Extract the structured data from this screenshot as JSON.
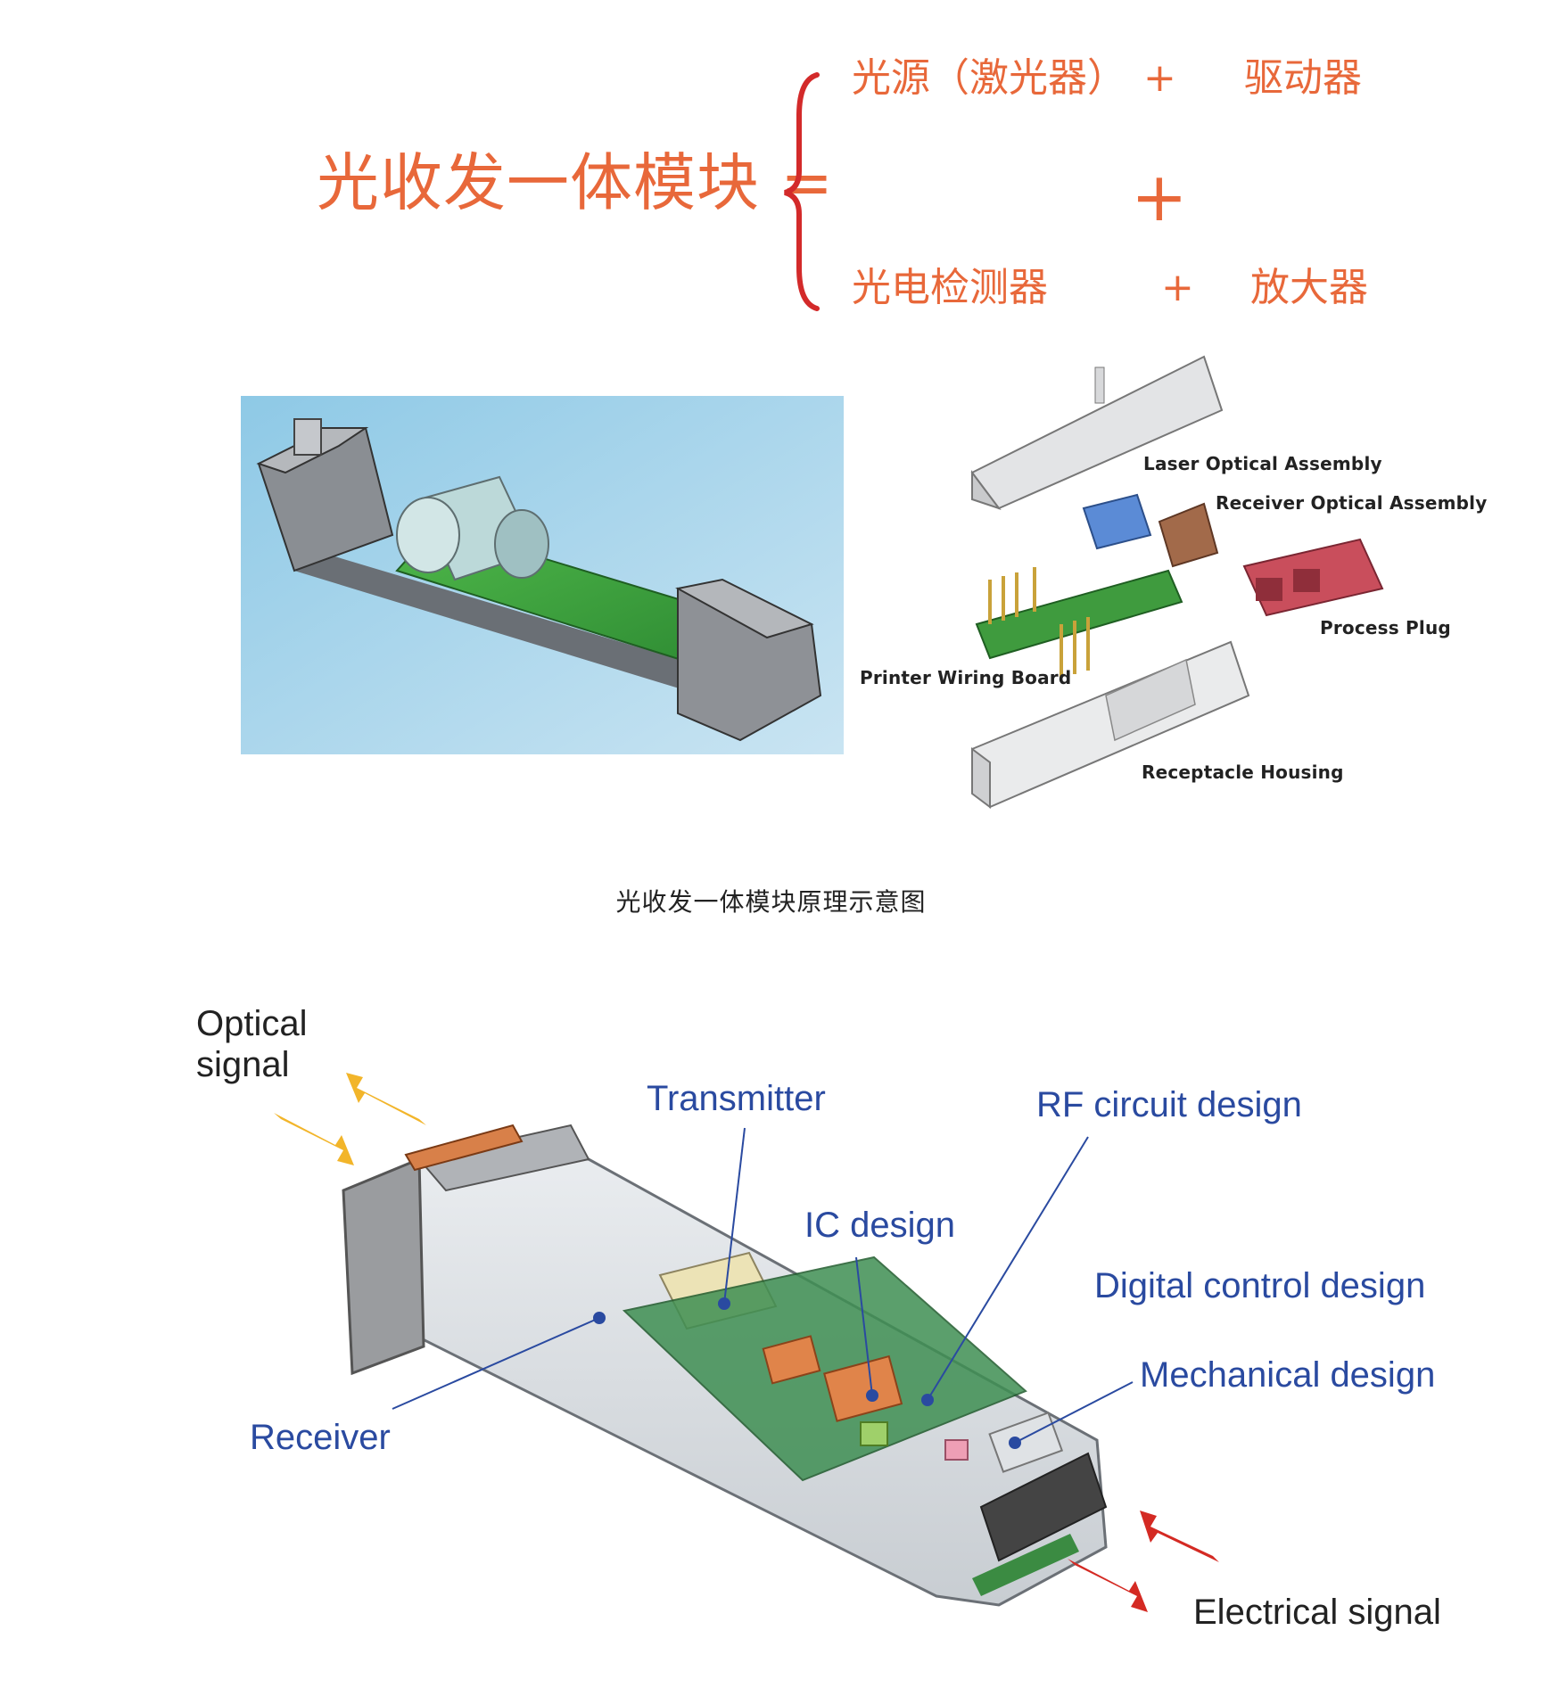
{
  "formula": {
    "left": "光收发一体模块 =",
    "top_row": {
      "term1": "光源（激光器）",
      "plus": "+",
      "term2": "驱动器"
    },
    "middle_plus": "+",
    "bottom_row": {
      "term1": "光电检测器",
      "plus": "+",
      "term2": "放大器"
    },
    "color": "#e8683a"
  },
  "exploded_view": {
    "labels": {
      "laser": "Laser Optical Assembly",
      "receiver": "Receiver Optical Assembly",
      "process_plug": "Process Plug",
      "printer_board": "Printer Wiring Board",
      "receptacle": "Receptacle Housing"
    }
  },
  "caption": "光收发一体模块原理示意图",
  "sfp_diagram": {
    "labels": {
      "optical_signal": "Optical signal",
      "transmitter": "Transmitter",
      "rf": "RF circuit design",
      "ic": "IC design",
      "digital": "Digital control design",
      "mechanical": "Mechanical design",
      "receiver": "Receiver",
      "electrical": "Electrical signal"
    },
    "colors": {
      "label_blue": "#2a4aa0",
      "optical_arrow": "#f2b52a",
      "electrical_arrow": "#d42a23"
    }
  }
}
